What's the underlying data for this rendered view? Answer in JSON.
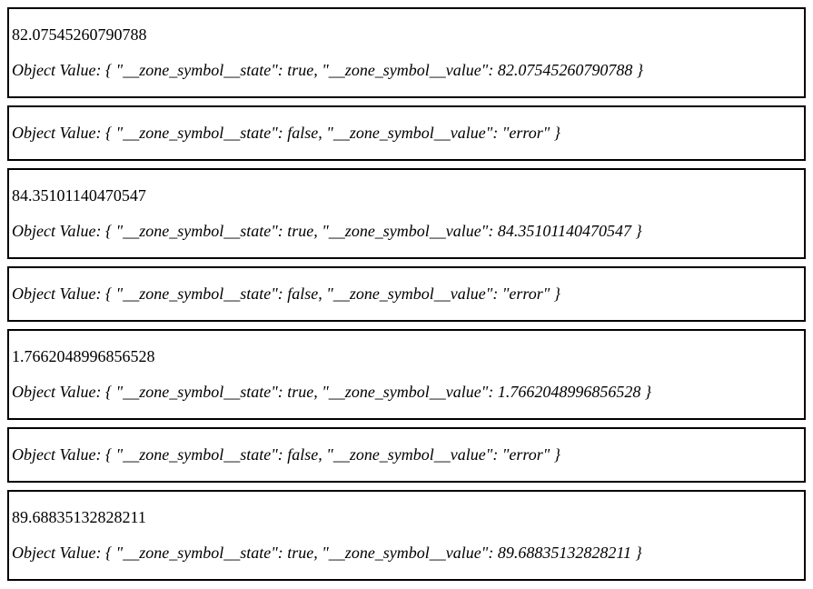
{
  "page": {
    "background_color": "#ffffff",
    "border_color": "#000000",
    "text_color": "#000000"
  },
  "results": [
    {
      "state": "resolved",
      "value": "82.07545260790788",
      "object_value": "Object Value: { \"__zone_symbol__state\": true, \"__zone_symbol__value\": 82.07545260790788 }"
    },
    {
      "state": "rejected",
      "object_value": "Object Value: { \"__zone_symbol__state\": false, \"__zone_symbol__value\": \"error\" }"
    },
    {
      "state": "resolved",
      "value": "84.35101140470547",
      "object_value": "Object Value: { \"__zone_symbol__state\": true, \"__zone_symbol__value\": 84.35101140470547 }"
    },
    {
      "state": "rejected",
      "object_value": "Object Value: { \"__zone_symbol__state\": false, \"__zone_symbol__value\": \"error\" }"
    },
    {
      "state": "resolved",
      "value": "1.7662048996856528",
      "object_value": "Object Value: { \"__zone_symbol__state\": true, \"__zone_symbol__value\": 1.7662048996856528 }"
    },
    {
      "state": "rejected",
      "object_value": "Object Value: { \"__zone_symbol__state\": false, \"__zone_symbol__value\": \"error\" }"
    },
    {
      "state": "resolved",
      "value": "89.68835132828211",
      "object_value": "Object Value: { \"__zone_symbol__state\": true, \"__zone_symbol__value\": 89.68835132828211 }"
    }
  ]
}
